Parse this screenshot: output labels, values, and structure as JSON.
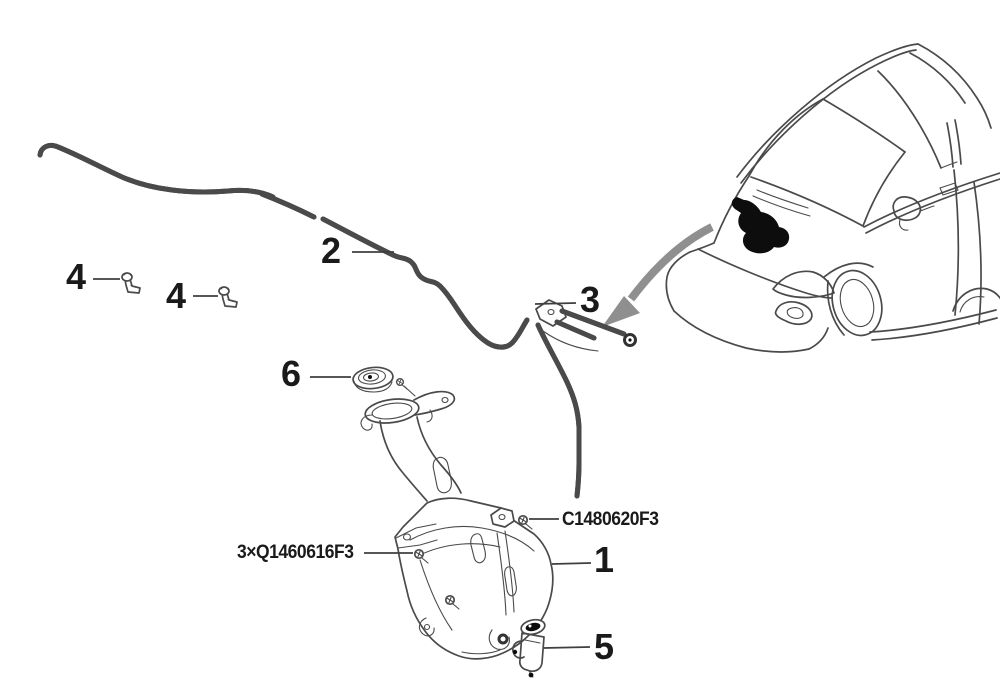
{
  "colors": {
    "background": "#ffffff",
    "line_art": "#4a4a4a",
    "label_text": "#1a1a1a",
    "location_arrow": "#8f8f8f",
    "location_highlight": "#0d0d0d"
  },
  "callouts": {
    "reservoir": "1",
    "hose": "2",
    "nozzle_assembly": "3",
    "clip_front": "4",
    "clip_rear": "4",
    "pump": "5",
    "filler_cap": "6"
  },
  "part_codes": {
    "bracket_screw": "C1480620F3",
    "body_screws": "3×Q1460616F3"
  }
}
